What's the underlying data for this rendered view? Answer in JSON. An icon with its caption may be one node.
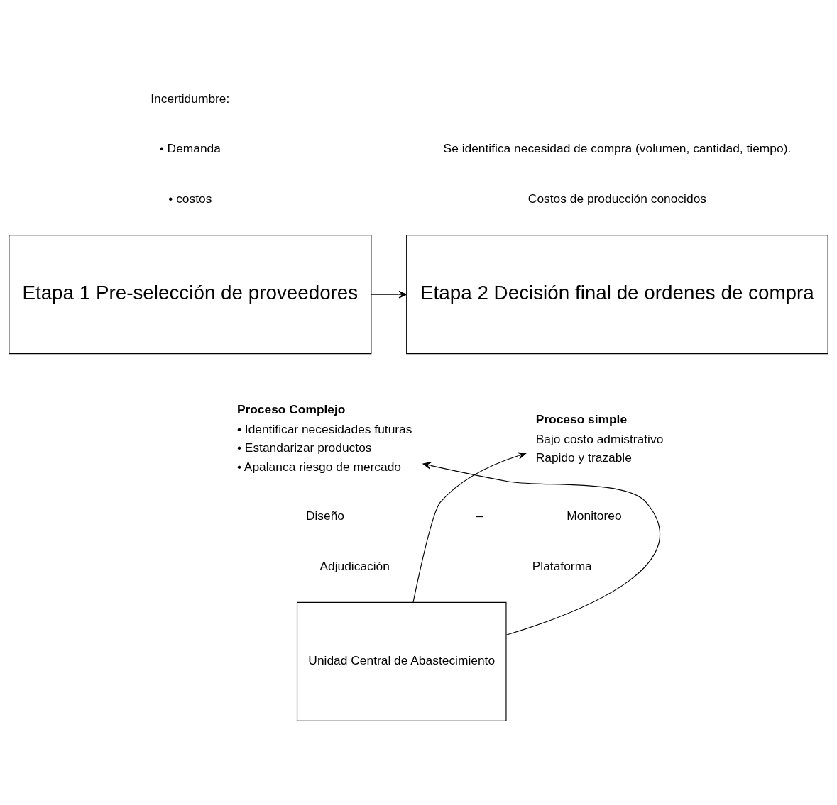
{
  "diagram": {
    "nodes": [
      {
        "text": [
          "Etapa 1 Pre-selección de proveedores"
        ]
      },
      {
        "text": [
          "Etapa 2 Decisión final de ordenes de compra"
        ]
      },
      {
        "text": [
          "Proceso Complejo",
          "• Identificar necesidades futuras",
          "• Estandarizar productos",
          "• Apalanca riesgo de mercado"
        ]
      },
      {
        "text": [
          "Proceso simple",
          "Bajo costo admistrativo",
          "Rapido y trazable"
        ]
      },
      {
        "text": [
          "Unidad Central de Abastecimiento"
        ]
      }
    ],
    "edges": [
      {
        "from": 0,
        "to": 1,
        "arrow": "to"
      },
      {
        "from": 4,
        "to": 2,
        "arrow": "to"
      },
      {
        "from": 4,
        "to": 3,
        "arrow": "to"
      }
    ],
    "labels": [
      "Incertidumbre:",
      "• Demanda",
      "• costos",
      "Se identifica necesidad de compra (volumen, cantidad, tiempo).",
      "Costos de producción conocidos",
      "Diseño",
      "Adjudicación",
      "–",
      "Monitoreo",
      "Plataforma"
    ]
  }
}
